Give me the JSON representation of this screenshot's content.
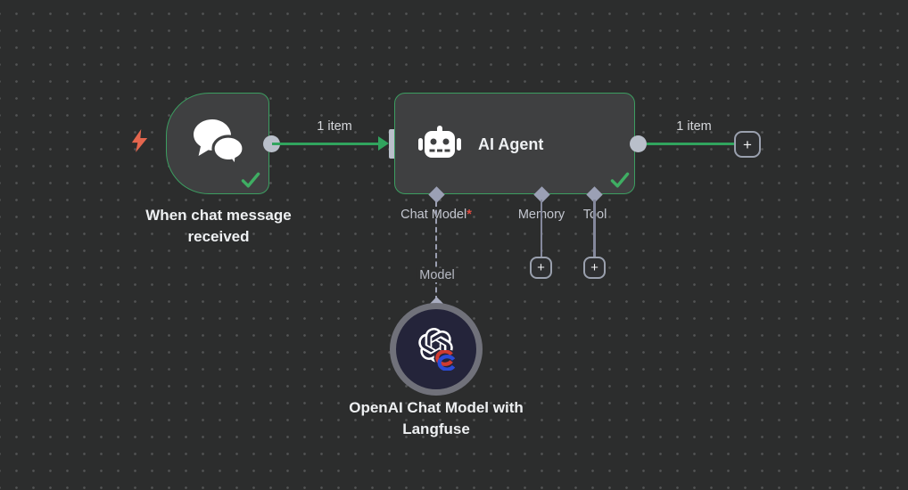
{
  "workflow": {
    "trigger": {
      "title": "When chat message received"
    },
    "agent": {
      "title": "AI Agent",
      "ports": [
        {
          "label": "Chat Model",
          "required_marker": "*"
        },
        {
          "label": "Memory"
        },
        {
          "label": "Tool"
        }
      ]
    },
    "model_node": {
      "title": "OpenAI Chat Model with Langfuse"
    },
    "connections": {
      "trigger_to_agent_label": "1 item",
      "agent_output_label": "1 item",
      "model_link_label": "Model"
    },
    "plus_button": "+"
  },
  "icons": {
    "trigger": "chat-bubbles-icon",
    "agent": "robot-icon",
    "model": "openai-icon with langfuse-icon overlay",
    "canvas_left": "lightning-bolt-icon",
    "status": "check-icon"
  },
  "colors": {
    "canvas_bg": "#2c2d2d",
    "grid_dot": "#535455",
    "node_bg": "#3f4041",
    "node_border_green": "#3c9e61",
    "connection_green": "#31a45e",
    "endpoint_gray": "#b9bfca",
    "diamond_gray": "#9ba0b5",
    "sub_connection_gray": "#84889c",
    "label_gray": "#c3c6cf",
    "title_white": "#eef0f2",
    "required_red": "#e14b41",
    "bolt_red": "#e4664e",
    "check_green": "#3fae63",
    "openai_ring": "#70717a",
    "openai_bg": "#24243a"
  }
}
